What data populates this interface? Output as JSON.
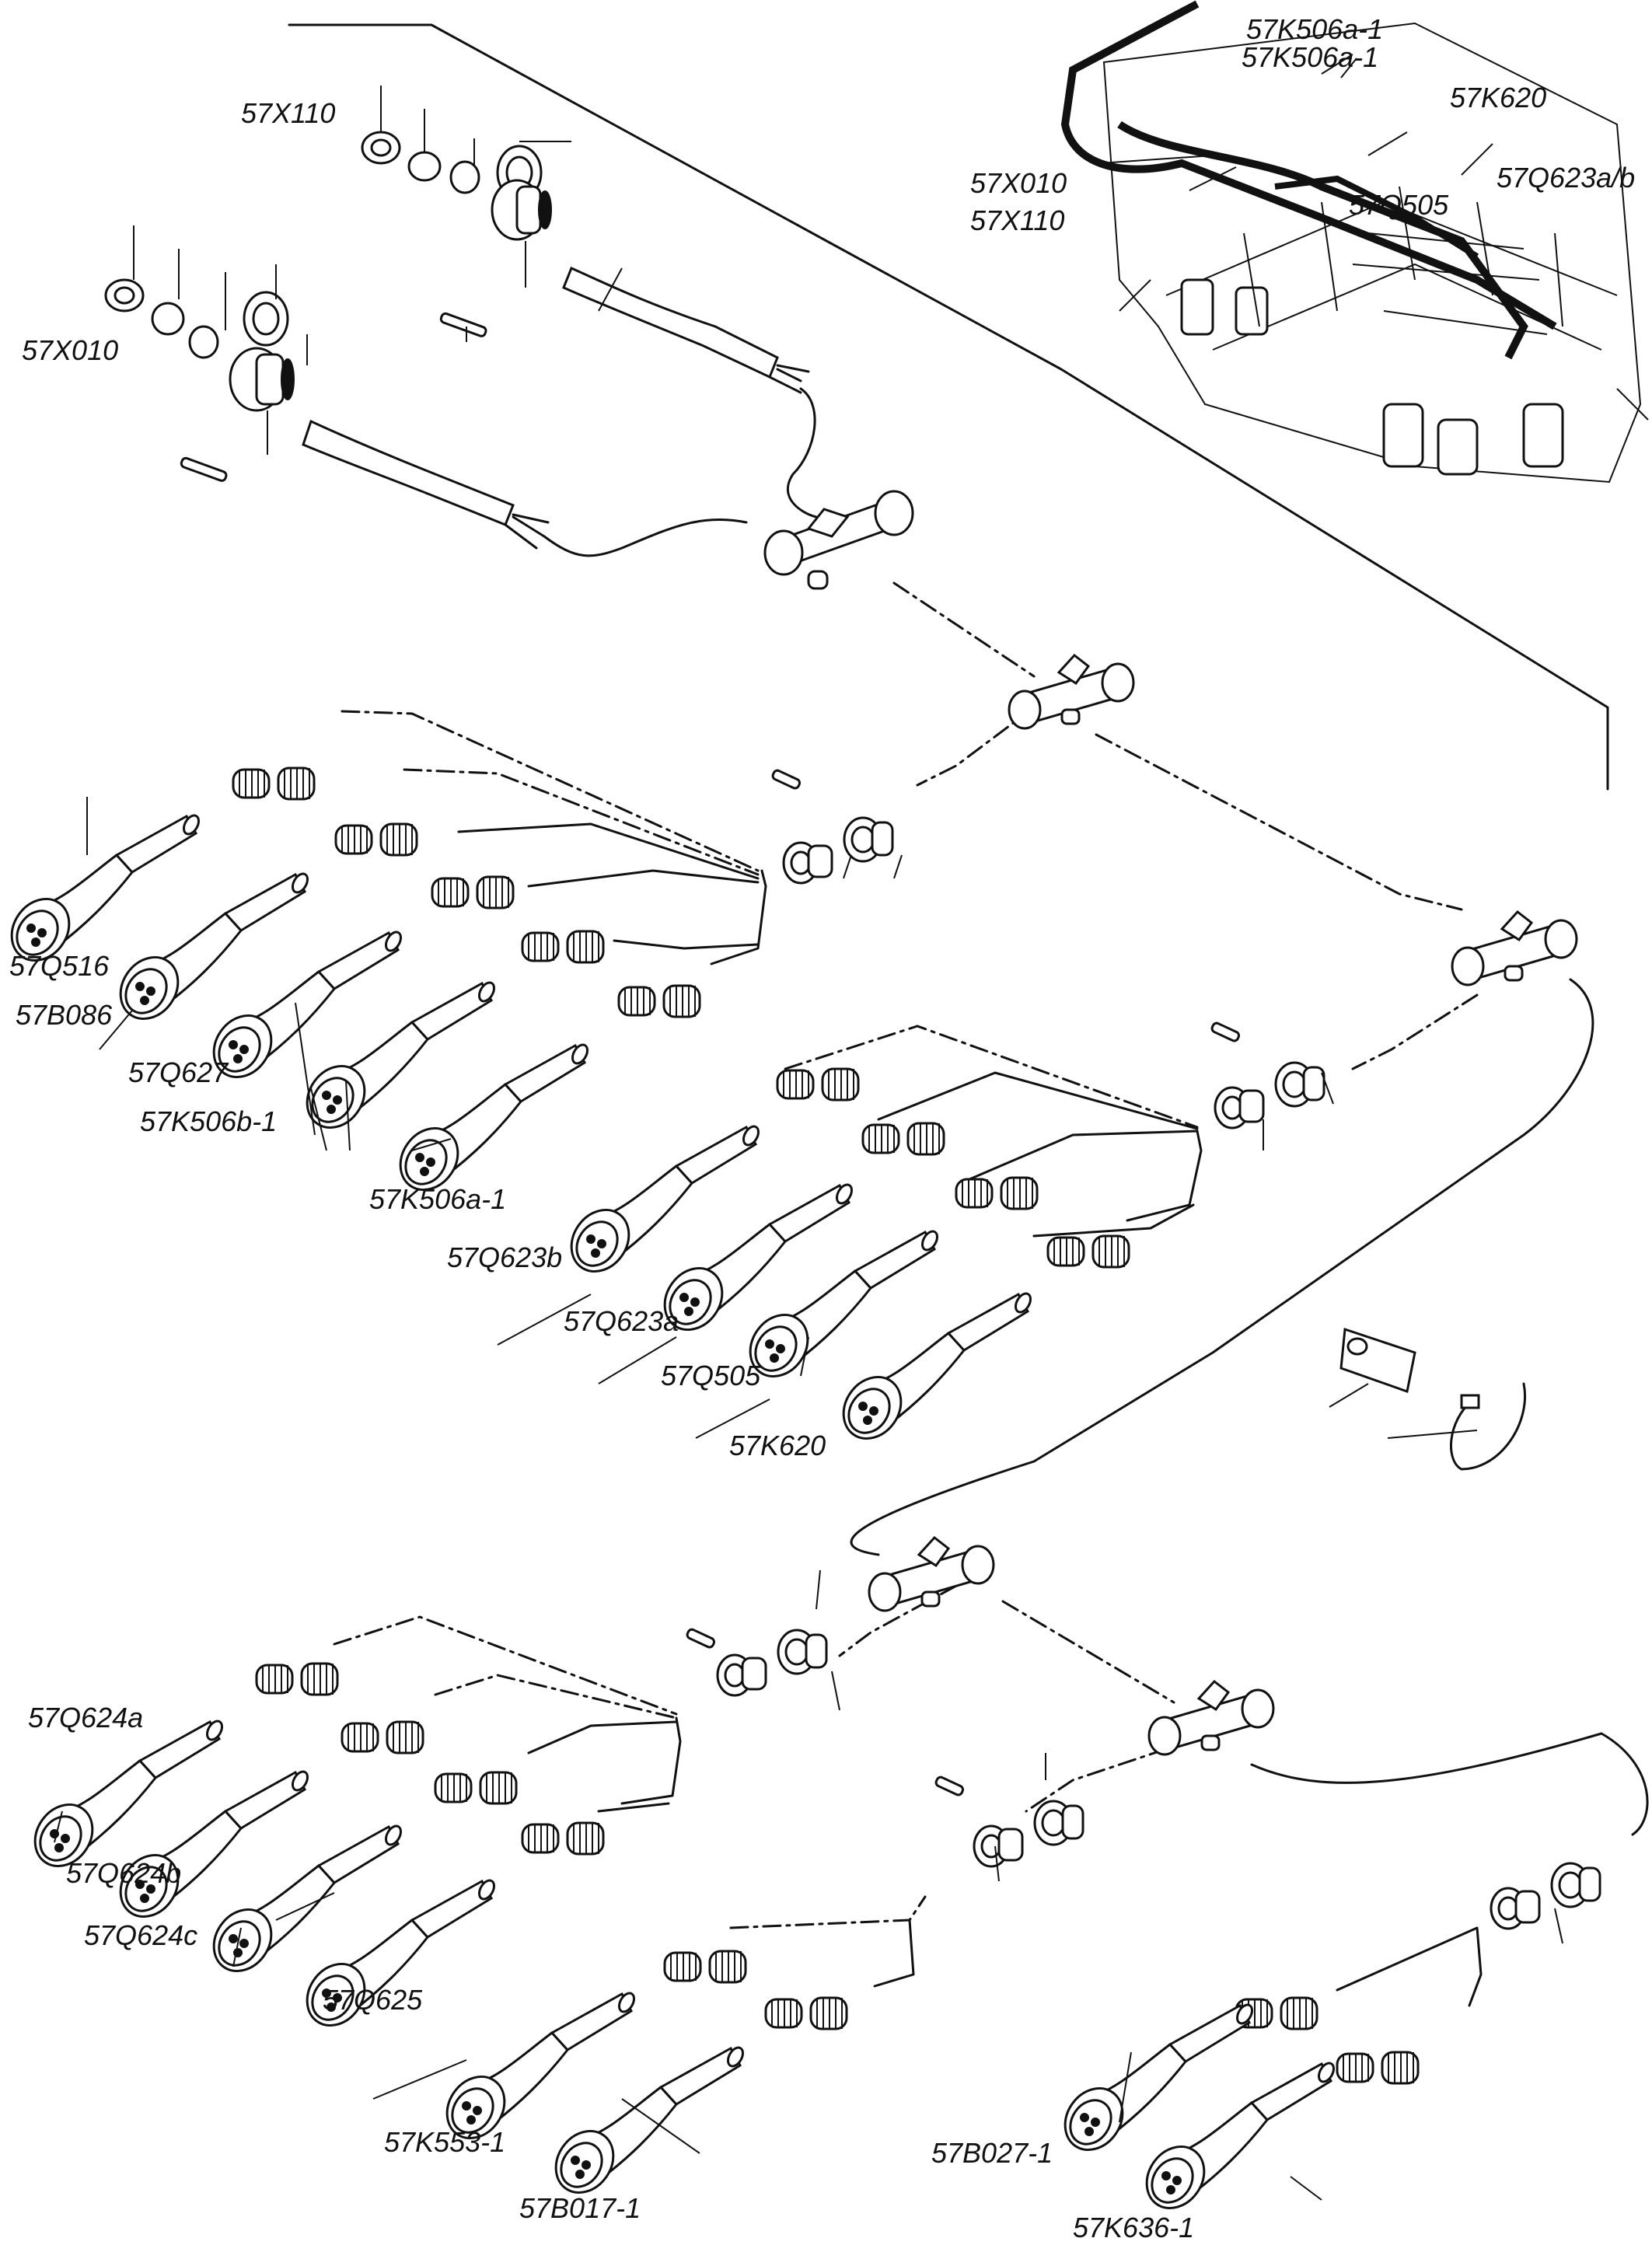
{
  "callouts": {
    "x110": "57X110",
    "x010": "57X010",
    "inset_k506a_1": "57K506a-1",
    "inset_k506a_2": "57K506a-1",
    "inset_k620": "57K620",
    "inset_x010": "57X010",
    "inset_x110": "57X110",
    "inset_q505": "57Q505",
    "inset_q623ab": "57Q623a/b",
    "q516": "57Q516",
    "b086": "57B086",
    "q627": "57Q627",
    "k506b_1": "57K506b-1",
    "k506a_1": "57K506a-1",
    "q623b": "57Q623b",
    "q623a": "57Q623a",
    "q505": "57Q505",
    "k620": "57K620",
    "q624a": "57Q624a",
    "q624b": "57Q624b",
    "q624c": "57Q624c",
    "q625": "57Q625",
    "k553_1": "57K553-1",
    "b017_1": "57B017-1",
    "b027_1": "57B027-1",
    "k636_1": "57K636-1"
  }
}
